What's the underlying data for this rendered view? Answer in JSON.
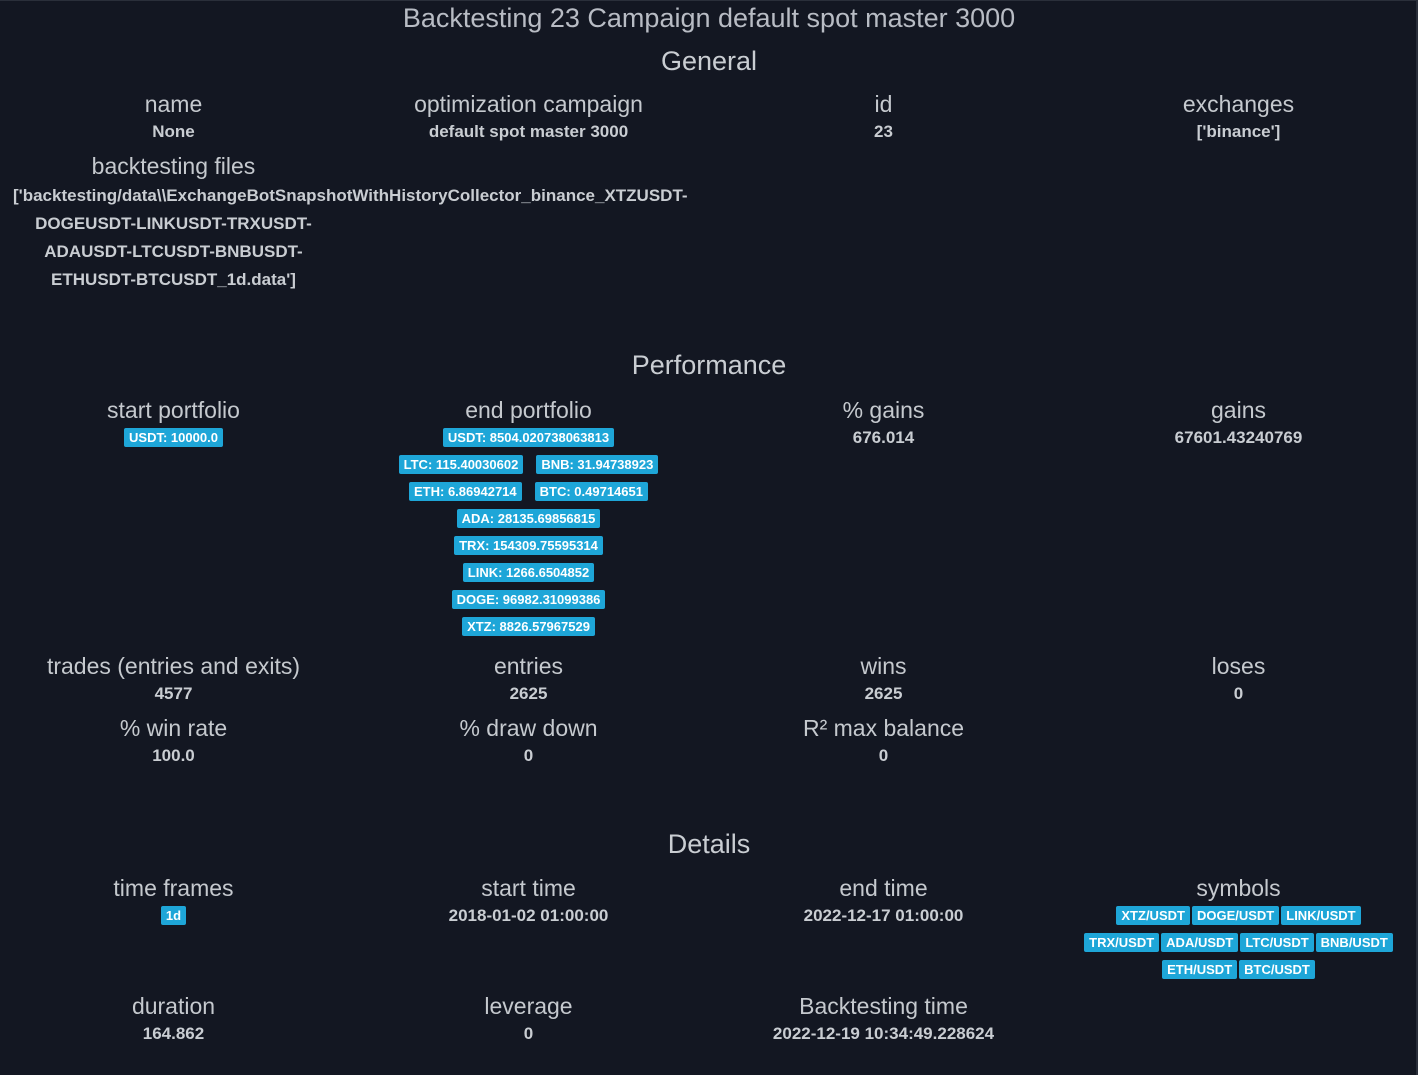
{
  "title": "Backtesting 23 Campaign default spot master 3000",
  "sections": {
    "general": "General",
    "performance": "Performance",
    "details": "Details"
  },
  "general": {
    "name": {
      "label": "name",
      "value": "None"
    },
    "campaign": {
      "label": "optimization campaign",
      "value": "default spot master 3000"
    },
    "id": {
      "label": "id",
      "value": "23"
    },
    "exchanges": {
      "label": "exchanges",
      "value": "['binance']"
    },
    "files": {
      "label": "backtesting files",
      "lines": [
        "['backtesting/data\\\\ExchangeBotSnapshotWithHistoryCollector_binance_XTZUSDT-",
        "DOGEUSDT-LINKUSDT-TRXUSDT-",
        "ADAUSDT-LTCUSDT-BNBUSDT-",
        "ETHUSDT-BTCUSDT_1d.data']"
      ]
    }
  },
  "performance": {
    "start_portfolio": {
      "label": "start portfolio",
      "badges": [
        "USDT: 10000.0"
      ]
    },
    "end_portfolio": {
      "label": "end portfolio",
      "rows": [
        [
          "USDT: 8504.020738063813"
        ],
        [
          "LTC: 115.40030602",
          "BNB: 31.94738923"
        ],
        [
          "ETH: 6.86942714",
          "BTC: 0.49714651"
        ],
        [
          "ADA: 28135.69856815"
        ],
        [
          "TRX: 154309.75595314"
        ],
        [
          "LINK: 1266.6504852"
        ],
        [
          "DOGE: 96982.31099386"
        ],
        [
          "XTZ: 8826.57967529"
        ]
      ]
    },
    "pct_gains": {
      "label": "% gains",
      "value": "676.014"
    },
    "gains": {
      "label": "gains",
      "value": "67601.43240769"
    },
    "trades": {
      "label": "trades (entries and exits)",
      "value": "4577"
    },
    "entries": {
      "label": "entries",
      "value": "2625"
    },
    "wins": {
      "label": "wins",
      "value": "2625"
    },
    "loses": {
      "label": "loses",
      "value": "0"
    },
    "win_rate": {
      "label": "% win rate",
      "value": "100.0"
    },
    "draw_down": {
      "label": "% draw down",
      "value": "0"
    },
    "r2": {
      "label": "R² max balance",
      "value": "0"
    }
  },
  "details": {
    "time_frames": {
      "label": "time frames",
      "badges": [
        "1d"
      ]
    },
    "start_time": {
      "label": "start time",
      "value": "2018-01-02 01:00:00"
    },
    "end_time": {
      "label": "end time",
      "value": "2022-12-17 01:00:00"
    },
    "symbols": {
      "label": "symbols",
      "rows": [
        [
          "XTZ/USDT",
          "DOGE/USDT",
          "LINK/USDT"
        ],
        [
          "TRX/USDT",
          "ADA/USDT",
          "LTC/USDT",
          "BNB/USDT"
        ],
        [
          "ETH/USDT",
          "BTC/USDT"
        ]
      ]
    },
    "duration": {
      "label": "duration",
      "value": "164.862"
    },
    "leverage": {
      "label": "leverage",
      "value": "0"
    },
    "backtesting_time": {
      "label": "Backtesting time",
      "value": "2022-12-19 10:34:49.228624"
    }
  },
  "colors": {
    "background": "#131722",
    "text": "#c9cdd2",
    "badge": "#1ea6d8"
  }
}
